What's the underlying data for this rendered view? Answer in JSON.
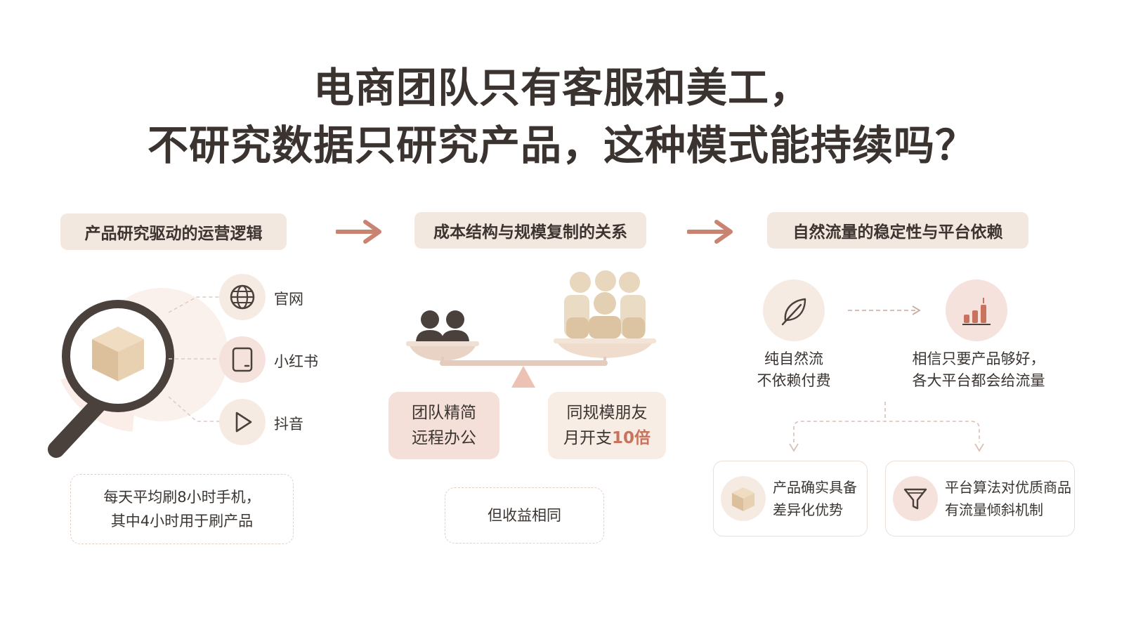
{
  "title": {
    "line1": "电商团队只有客服和美工，",
    "line2": "不研究数据只研究产品，这种模式能持续吗？"
  },
  "sections": [
    {
      "heading": "产品研究驱动的运营逻辑"
    },
    {
      "heading": "成本结构与规模复制的关系"
    },
    {
      "heading": "自然流量的稳定性与平台依赖"
    }
  ],
  "research": {
    "channels": [
      {
        "label": "官网",
        "icon": "globe-icon"
      },
      {
        "label": "小红书",
        "icon": "notebook-icon"
      },
      {
        "label": "抖音",
        "icon": "play-icon"
      }
    ],
    "note_line1": "每天平均刷8小时手机，",
    "note_line2": "其中4小时用于刷产品"
  },
  "cost": {
    "left_line1": "团队精简",
    "left_line2": "远程办公",
    "right_line1": "同规模朋友",
    "right_prefix": "月开支",
    "right_highlight": "10倍",
    "bottom": "但收益相同"
  },
  "traffic": {
    "left_line1": "纯自然流",
    "left_line2": "不依赖付费",
    "right_line1": "相信只要产品够好，",
    "right_line2": "各大平台都会给流量",
    "box1_line1": "产品确实具备",
    "box1_line2": "差异化优势",
    "box2_line1": "平台算法对优质商品",
    "box2_line2": "有流量倾斜机制"
  },
  "colors": {
    "accent": "#c7735d",
    "pill": "#f3e8df",
    "rose": "#f4e0d8",
    "cream": "#f7ede4",
    "ink": "#3a3330"
  }
}
